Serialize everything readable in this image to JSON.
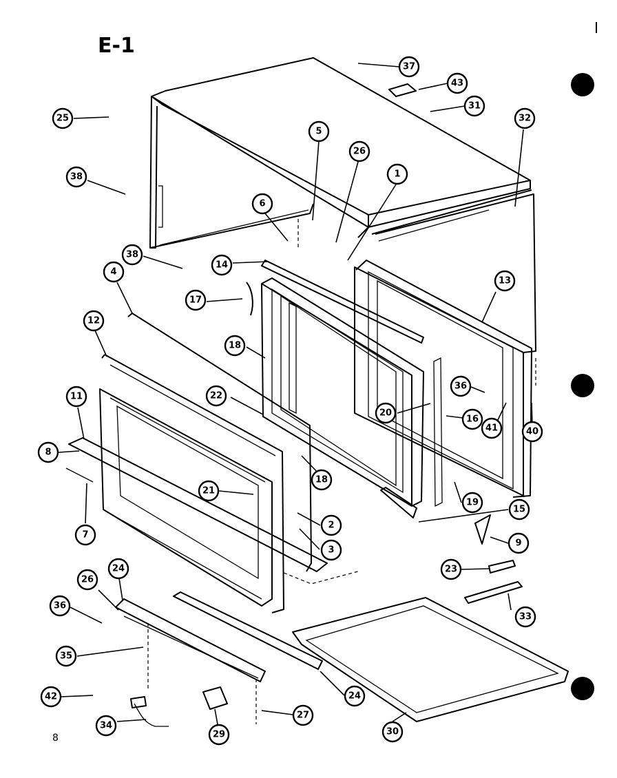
{
  "title": "E-1",
  "page_number": "8",
  "colors": {
    "ink": "#000000",
    "paper": "#ffffff"
  },
  "callouts": [
    {
      "id": "c37",
      "label": "37"
    },
    {
      "id": "c43",
      "label": "43"
    },
    {
      "id": "c31",
      "label": "31"
    },
    {
      "id": "c32",
      "label": "32"
    },
    {
      "id": "c25",
      "label": "25"
    },
    {
      "id": "c5",
      "label": "5"
    },
    {
      "id": "c26a",
      "label": "26"
    },
    {
      "id": "c1",
      "label": "1"
    },
    {
      "id": "c38a",
      "label": "38"
    },
    {
      "id": "c6",
      "label": "6"
    },
    {
      "id": "c38b",
      "label": "38"
    },
    {
      "id": "c14",
      "label": "14"
    },
    {
      "id": "c4",
      "label": "4"
    },
    {
      "id": "c13",
      "label": "13"
    },
    {
      "id": "c17",
      "label": "17"
    },
    {
      "id": "c12",
      "label": "12"
    },
    {
      "id": "c18a",
      "label": "18"
    },
    {
      "id": "c36a",
      "label": "36"
    },
    {
      "id": "c22",
      "label": "22"
    },
    {
      "id": "c20",
      "label": "20"
    },
    {
      "id": "c11",
      "label": "11"
    },
    {
      "id": "c16",
      "label": "16"
    },
    {
      "id": "c41",
      "label": "41"
    },
    {
      "id": "c40",
      "label": "40"
    },
    {
      "id": "c8",
      "label": "8"
    },
    {
      "id": "c18b",
      "label": "18"
    },
    {
      "id": "c21",
      "label": "21"
    },
    {
      "id": "c19",
      "label": "19"
    },
    {
      "id": "c15",
      "label": "15"
    },
    {
      "id": "c2",
      "label": "2"
    },
    {
      "id": "c7",
      "label": "7"
    },
    {
      "id": "c3",
      "label": "3"
    },
    {
      "id": "c9",
      "label": "9"
    },
    {
      "id": "c23",
      "label": "23"
    },
    {
      "id": "c24a",
      "label": "24"
    },
    {
      "id": "c26b",
      "label": "26"
    },
    {
      "id": "c33",
      "label": "33"
    },
    {
      "id": "c36b",
      "label": "36"
    },
    {
      "id": "c35",
      "label": "35"
    },
    {
      "id": "c42",
      "label": "42"
    },
    {
      "id": "c24b",
      "label": "24"
    },
    {
      "id": "c27",
      "label": "27"
    },
    {
      "id": "c34",
      "label": "34"
    },
    {
      "id": "c29",
      "label": "29"
    },
    {
      "id": "c30",
      "label": "30"
    }
  ]
}
